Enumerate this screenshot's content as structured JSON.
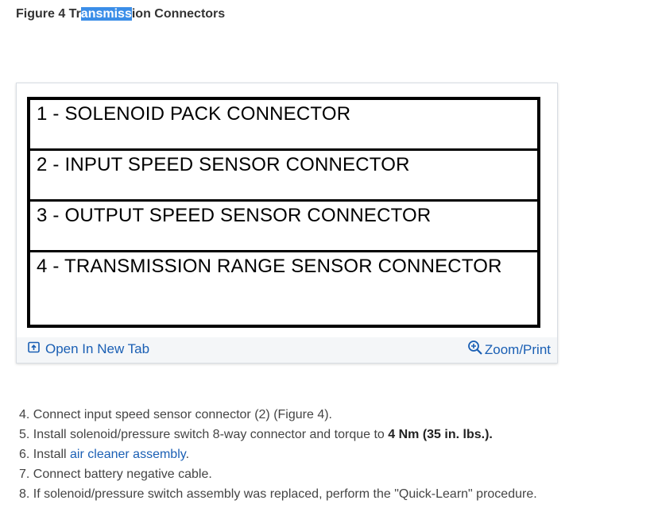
{
  "figure": {
    "title_before": "Figure 4 Tr",
    "title_selected": "ansmiss",
    "title_after": "ion Connectors",
    "legend": [
      "1 - SOLENOID PACK CONNECTOR",
      "2 - INPUT SPEED SENSOR CONNECTOR",
      "3 - OUTPUT SPEED SENSOR CONNECTOR",
      "4 - TRANSMISSION RANGE SENSOR CONNECTOR"
    ],
    "open_tab_label": "Open In New Tab",
    "zoom_label": "Zoom/Print"
  },
  "steps": [
    {
      "prefix": "4. Connect input speed sensor connector (2) (Figure 4).",
      "bold": "",
      "link": "",
      "suffix": ""
    },
    {
      "prefix": "5. Install solenoid/pressure switch 8-way connector and torque to ",
      "bold": "4 Nm (35 in. lbs.).",
      "link": "",
      "suffix": ""
    },
    {
      "prefix": "6. Install ",
      "bold": "",
      "link": "air cleaner assembly",
      "suffix": "."
    },
    {
      "prefix": "7. Connect battery negative cable.",
      "bold": "",
      "link": "",
      "suffix": ""
    },
    {
      "prefix": "8. If solenoid/pressure switch assembly was replaced, perform the \"Quick-Learn\" procedure.",
      "bold": "",
      "link": "",
      "suffix": ""
    }
  ],
  "colors": {
    "link": "#1a5fb4",
    "selection": "#3b8ee8",
    "footer_bg": "#f4f6f8"
  }
}
